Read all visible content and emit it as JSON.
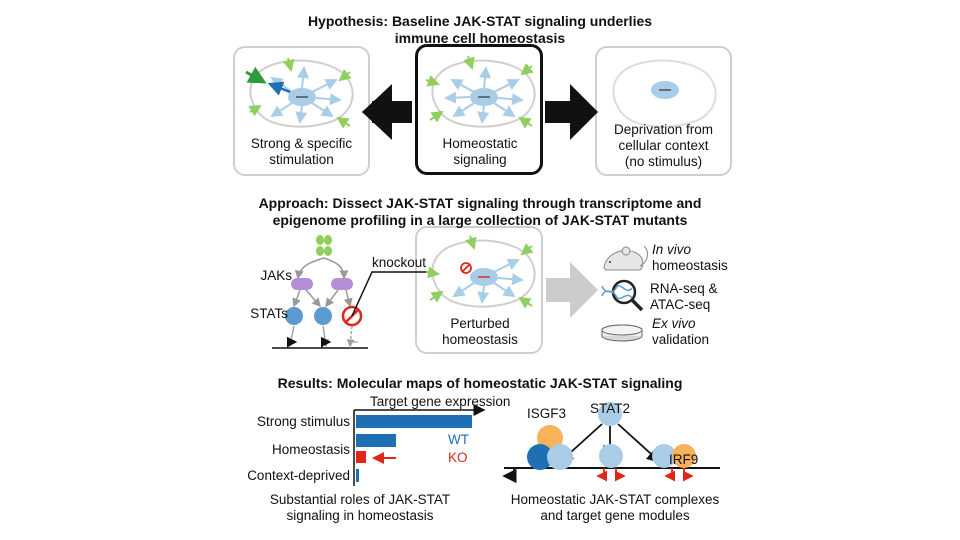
{
  "hypothesis": {
    "title_line1": "Hypothesis: Baseline JAK-STAT signaling underlies",
    "title_line2": "immune cell homeostasis",
    "panels": [
      {
        "line1": "Strong & specific",
        "line2": "stimulation",
        "line3": ""
      },
      {
        "line1": "Homeostatic",
        "line2": "signaling",
        "line3": ""
      },
      {
        "line1": "Deprivation from",
        "line2": "cellular context",
        "line3": "(no stimulus)"
      }
    ]
  },
  "approach": {
    "title_line1": "Approach: Dissect JAK-STAT signaling through transcriptome and",
    "title_line2": "epigenome profiling in a large collection of JAK-STAT mutants",
    "jaks_label": "JAKs",
    "stats_label": "STATs",
    "knockout_label": "knockout",
    "perturbed_line1": "Perturbed",
    "perturbed_line2": "homeostasis",
    "outputs": [
      {
        "line1": "In vivo",
        "line2": "homeostasis"
      },
      {
        "line1": "RNA-seq &",
        "line2": "ATAC-seq"
      },
      {
        "line1": "Ex vivo",
        "line2": "validation"
      }
    ]
  },
  "results": {
    "title": "Results: Molecular maps of homeostatic JAK-STAT signaling",
    "chart_axis_label": "Target gene expression",
    "rows": [
      "Strong stimulus",
      "Homeostasis",
      "Context-deprived"
    ],
    "wt_label": "WT",
    "ko_label": "KO",
    "left_caption_line1": "Substantial roles of JAK-STAT",
    "left_caption_line2": "signaling in homeostasis",
    "isgf3_label": "ISGF3",
    "stat2_label": "STAT2",
    "irf9_label": "IRF9",
    "right_caption_line1": "Homeostatic JAK-STAT complexes",
    "right_caption_line2": "and target gene modules"
  },
  "colors": {
    "wt_blue": "#1f6fb3",
    "ko_red": "#e0251b",
    "light_blue": "#a9cde6",
    "orange": "#f7b25a",
    "green": "#8ecf5d",
    "dark_green": "#2e9a3a",
    "purple": "#b48fd8",
    "gray_arrow": "#cccccc"
  }
}
